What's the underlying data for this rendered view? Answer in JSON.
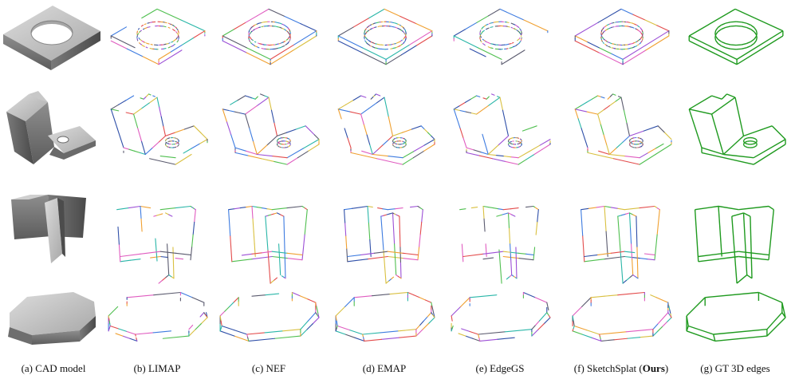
{
  "figure": {
    "columns": [
      {
        "key": "cad",
        "caption": "(a) CAD model"
      },
      {
        "key": "limap",
        "caption": "(b) LIMAP"
      },
      {
        "key": "nef",
        "caption": "(c) NEF"
      },
      {
        "key": "emap",
        "caption": "(d) EMAP"
      },
      {
        "key": "edgegs",
        "caption": "(e) EdgeGS"
      },
      {
        "key": "sketchsplat",
        "caption_prefix": "(f) SketchSplat (",
        "caption_bold": "Ours",
        "caption_suffix": ")"
      },
      {
        "key": "gt",
        "caption": "(g) GT 3D edges"
      }
    ],
    "rows": [
      "plate-with-hole",
      "bracket-with-hole",
      "t-shaped-block",
      "chamfered-box"
    ],
    "colors": {
      "gt_edge": "#1f9a1f",
      "palette": [
        "#e34b4b",
        "#3d7be0",
        "#29b6a8",
        "#9c4fd6",
        "#f0a030",
        "#4fbf4f",
        "#e05cc0",
        "#2f4fa8",
        "#d9c040",
        "#5a5a6e"
      ]
    }
  }
}
